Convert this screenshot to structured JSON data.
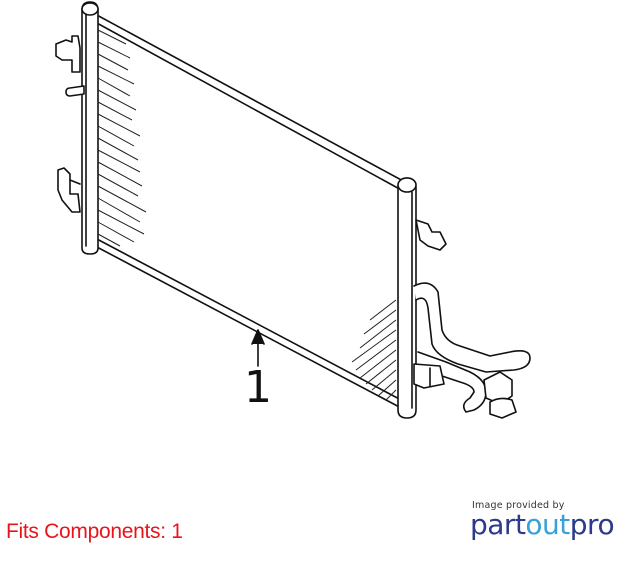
{
  "diagram": {
    "callout_number": "1"
  },
  "footer": {
    "fits_components": "Fits Components: 1",
    "credit_small": "Image provided by",
    "logo_part": "part",
    "logo_out": "out",
    "logo_pro": "pro"
  }
}
